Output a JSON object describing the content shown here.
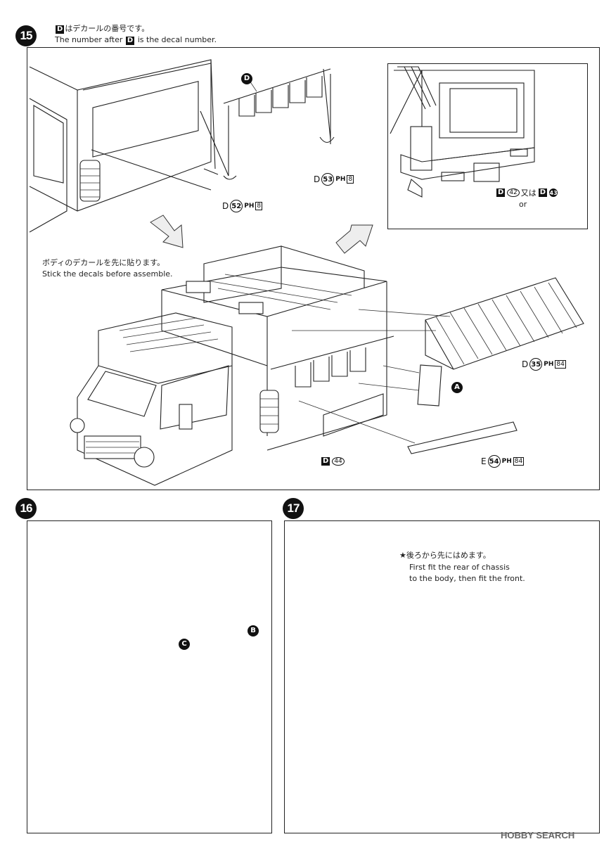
{
  "step15": {
    "number": "15",
    "note_jp": "はデカールの番号です。",
    "note_en_pre": "The number after",
    "note_en_post": "is the decal number.",
    "d_letter": "D",
    "decal_instruction_jp": "ボディのデカールを先に貼ります。",
    "decal_instruction_en": "Stick the decals before assemble.",
    "parts": {
      "d_top": "D",
      "d53": {
        "letter": "D",
        "num": "53",
        "ph": "PH",
        "phn": "8"
      },
      "d52": {
        "letter": "D",
        "num": "52",
        "ph": "PH",
        "phn": "8"
      },
      "d35": {
        "letter": "D",
        "num": "35",
        "ph": "PH",
        "phn": "84"
      },
      "e54": {
        "letter": "E",
        "num": "54",
        "ph": "PH",
        "phn": "84"
      },
      "a": "A",
      "d44": {
        "letter": "D",
        "num": "44"
      }
    },
    "inset": {
      "d42": {
        "letter": "D",
        "num": "42"
      },
      "or_jp": "又は",
      "or_en": "or",
      "d43": {
        "letter": "D",
        "num": "43"
      }
    }
  },
  "step16": {
    "number": "16",
    "label_b": "B",
    "label_c": "C"
  },
  "step17": {
    "number": "17",
    "instruction_jp": "★後ろから先にはめます。",
    "instruction_en_1": "First fit the rear of chassis",
    "instruction_en_2": "to the body, then fit the front."
  },
  "watermark": "HOBBY SEARCH"
}
